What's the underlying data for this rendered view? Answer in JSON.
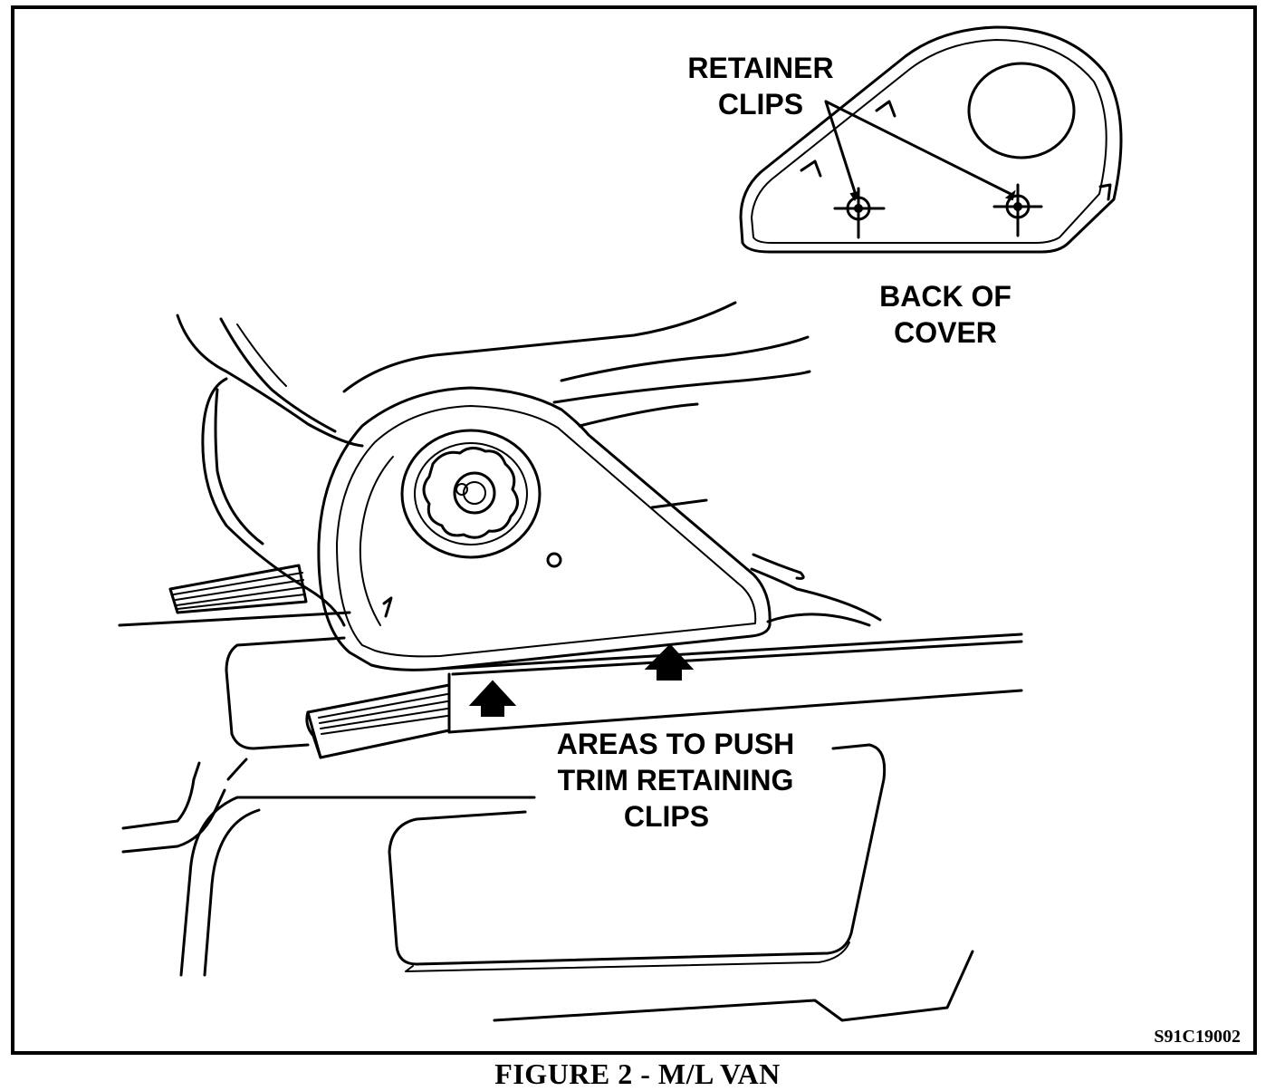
{
  "labels": {
    "retainer_line1": "RETAINER",
    "retainer_line2": "CLIPS",
    "back_line1": "BACK OF",
    "back_line2": "COVER",
    "areas_line1": "AREAS TO PUSH",
    "areas_line2": "TRIM RETAINING",
    "areas_line3": "CLIPS",
    "drawing_code": "S91C19002"
  },
  "caption": "FIGURE 2 - M/L VAN",
  "colors": {
    "ink": "#000000",
    "paper": "#ffffff"
  }
}
